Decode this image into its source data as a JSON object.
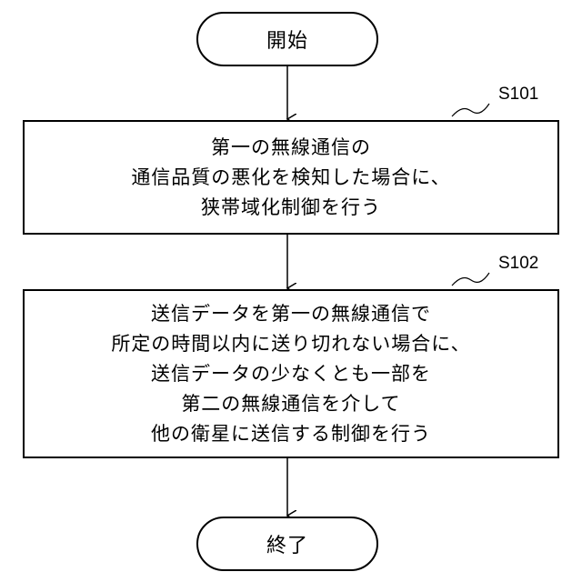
{
  "start": {
    "label": "開始"
  },
  "end": {
    "label": "終了"
  },
  "steps": [
    {
      "id": "S101",
      "lines": [
        "第一の無線通信の",
        "通信品質の悪化を検知した場合に、",
        "狭帯域化制御を行う"
      ]
    },
    {
      "id": "S102",
      "lines": [
        "送信データを第一の無線通信で",
        "所定の時間以内に送り切れない場合に、",
        "送信データの少なくとも一部を",
        "第二の無線通信を介して",
        "他の衛星に送信する制御を行う"
      ]
    }
  ]
}
